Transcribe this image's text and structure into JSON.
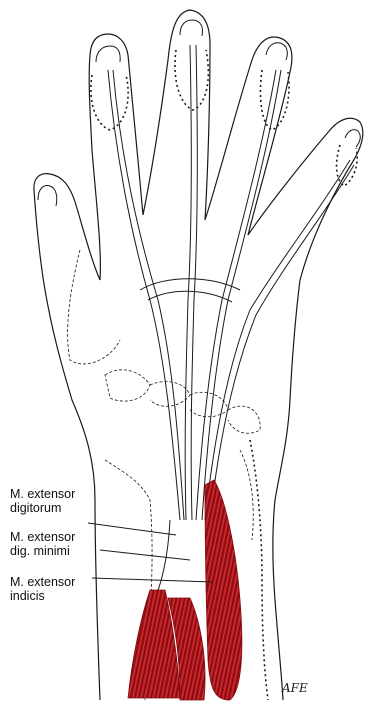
{
  "labels": [
    {
      "line1": "M. extensor",
      "line2": "digitorum"
    },
    {
      "line1": "M. extensor",
      "line2": "dig. minimi"
    },
    {
      "line1": "M. extensor",
      "line2": "indicis"
    }
  ],
  "colors": {
    "ink": "#1a1a1a",
    "muscle": "#b3121a",
    "muscle_dark": "#7d0b10",
    "background": "#ffffff"
  },
  "signature_text": "AFE"
}
